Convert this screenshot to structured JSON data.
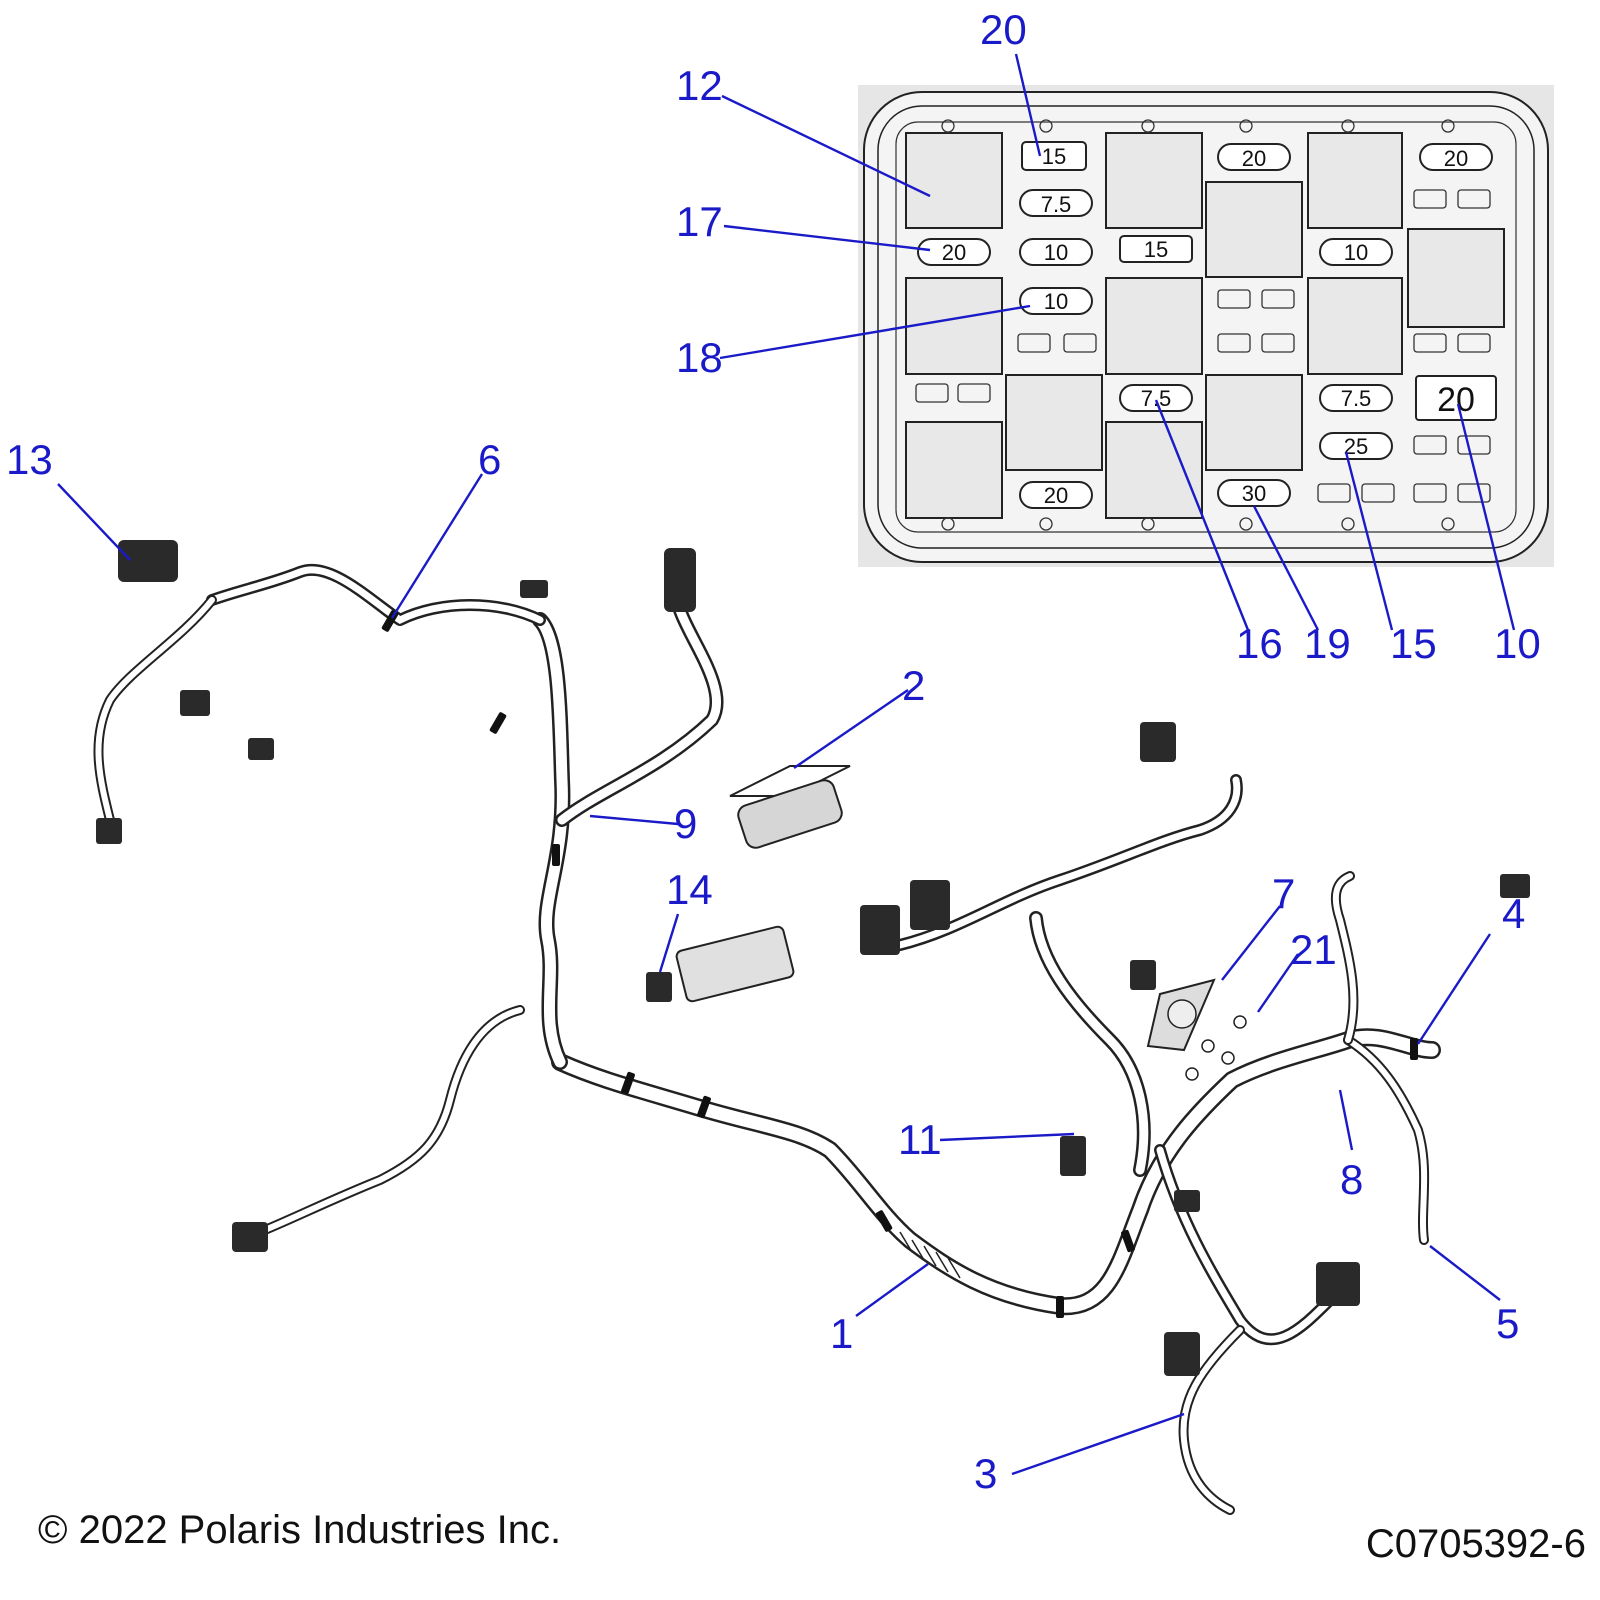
{
  "callouts": {
    "c1": "1",
    "c2": "2",
    "c3": "3",
    "c4": "4",
    "c5": "5",
    "c6": "6",
    "c7": "7",
    "c8": "8",
    "c9": "9",
    "c10": "10",
    "c11": "11",
    "c12": "12",
    "c13": "13",
    "c14": "14",
    "c15": "15",
    "c16": "16",
    "c17": "17",
    "c18": "18",
    "c19": "19",
    "c20": "20",
    "c21": "21"
  },
  "fuse_box": {
    "fuses": {
      "f1": "15",
      "f2": "7.5",
      "f3": "20",
      "f4": "20",
      "f5": "15",
      "f6": "10",
      "f7": "20",
      "f8": "10",
      "f9": "10",
      "f10": "7.5",
      "f11": "7.5",
      "f12": "20",
      "f13": "25",
      "f14": "20",
      "f15": "30"
    }
  },
  "footer": {
    "copyright": "© 2022 Polaris Industries Inc.",
    "drawing_number": "C0705392-6"
  }
}
